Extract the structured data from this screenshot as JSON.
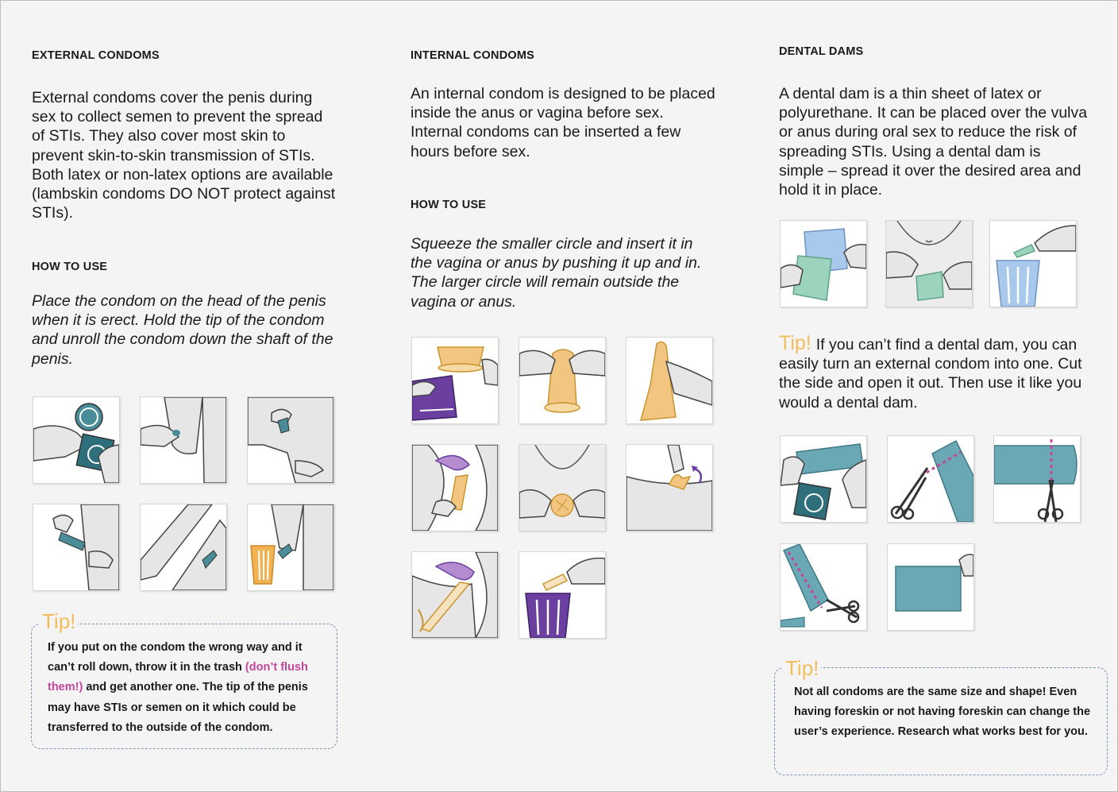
{
  "external": {
    "heading": "EXTERNAL CONDOMS",
    "description": "External condoms cover the penis during sex to collect semen to prevent the spread of STIs. They also cover most skin to prevent skin-to-skin transmission of STIs. Both latex or non-latex options are available (lambskin condoms DO NOT protect against STIs).",
    "howto_heading": "HOW TO USE",
    "howto_text": "Place the condom on the head of the penis when it is erect. Hold the tip of the condom and unroll the condom down the shaft of the penis.",
    "tip_label": "Tip!",
    "tip_text_1": "If you put on the condom the wrong way and it can’t roll down, throw it in the trash ",
    "tip_text_pink": "(don’t flush them!)",
    "tip_text_2": " and get another one. The tip of the penis may have STIs or semen on it which could be transferred to the outside of the condom.",
    "accent_color": "#4a8c98"
  },
  "internal": {
    "heading": "INTERNAL CONDOMS",
    "description": "An internal condom is designed to be placed inside the anus or vagina before sex. Internal condoms can be inserted a few hours before sex.",
    "howto_heading": "HOW TO USE",
    "howto_text": "Squeeze the smaller circle and insert it in the vagina or anus by pushing it up and in. The larger circle will remain outside the vagina or anus.",
    "accent_color": "#f2c680",
    "accent_color_2": "#6b3fa0"
  },
  "dental": {
    "heading": "DENTAL DAMS",
    "description": "A dental dam is a thin sheet of latex or polyurethane. It can be placed over the vulva or anus during oral sex to reduce the risk of spreading STIs. Using a dental dam is simple – spread it over the desired area and hold it in place.",
    "tip_inline_label": "Tip!",
    "tip_inline_text": "If you can’t find a dental dam, you can easily turn an external condom into one. Cut the side and open it out. Then use it like you would a dental dam.",
    "tip_label": "Tip!",
    "tip_text": "Not all condoms are the same size and shape! Even having foreskin or not having foreskin can change the user’s experience. Research what works best for you.",
    "accent_color": "#9ec3e6",
    "accent_color_2": "#6aa8b5"
  },
  "colors": {
    "tip_yellow": "#f2bd5b",
    "tip_pink": "#c2479b",
    "skin_grey": "#e6e6e6",
    "line_dark": "#333333"
  }
}
